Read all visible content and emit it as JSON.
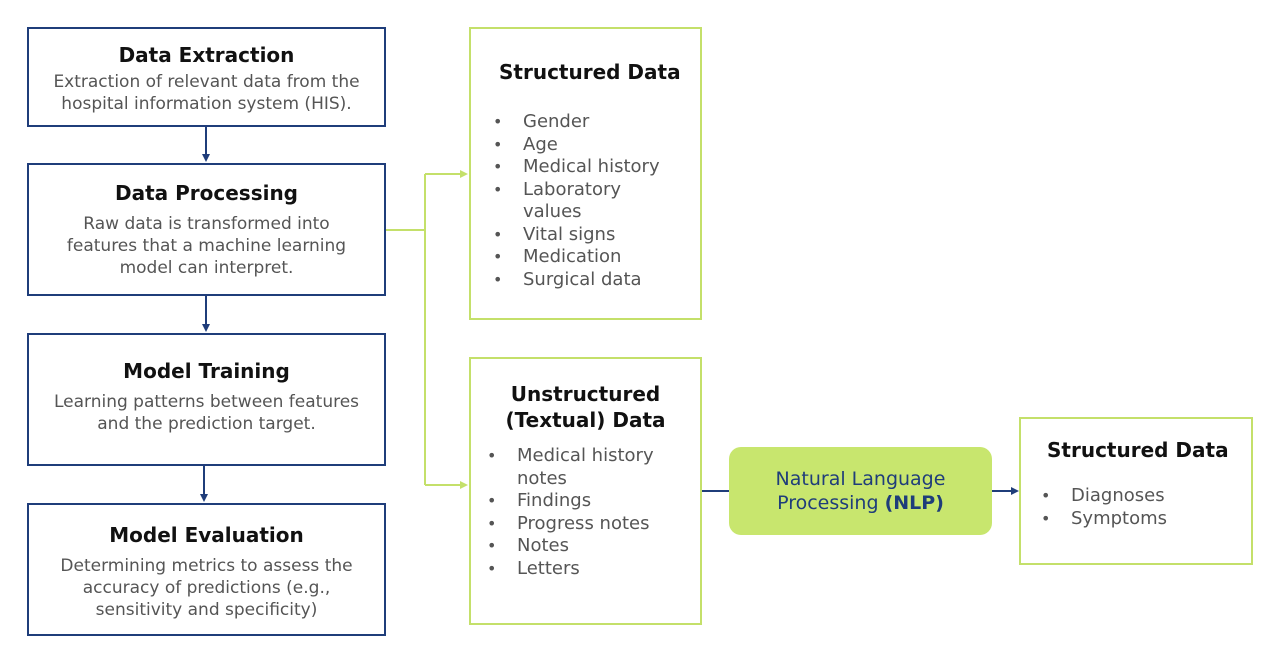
{
  "steps": [
    {
      "title": "Data Extraction",
      "desc_lines": [
        "Extraction of relevant data from the",
        "hospital information system (HIS)."
      ]
    },
    {
      "title": "Data Processing",
      "desc_lines": [
        "Raw data is transformed into",
        "features that a machine learning",
        "model can interpret."
      ]
    },
    {
      "title": "Model Training",
      "desc_lines": [
        "Learning patterns between features",
        "and the prediction target."
      ]
    },
    {
      "title": "Model Evaluation",
      "desc_lines": [
        "Determining metrics to assess the",
        "accuracy of predictions (e.g.,",
        "sensitivity and specificity)"
      ]
    }
  ],
  "structured_panel": {
    "title": "Structured Data",
    "items": [
      "Gender",
      "Age",
      "Medical history",
      "Laboratory values",
      "Vital signs",
      "Medication",
      "Surgical data"
    ]
  },
  "unstructured_panel": {
    "title_lines": [
      "Unstructured",
      "(Textual) Data"
    ],
    "items": [
      "Medical history notes",
      "Findings",
      "Progress notes",
      "Notes",
      "Letters"
    ]
  },
  "nlp": {
    "line1": "Natural Language",
    "line2_prefix": "Processing",
    "line2_bold": "(NLP)"
  },
  "output_panel": {
    "title": "Structured Data",
    "items": [
      "Diagnoses",
      "Symptoms"
    ]
  },
  "colors": {
    "blue_border": "#1f3d7a",
    "green_border": "#c4e06a",
    "nlp_fill": "#c8e66e"
  }
}
